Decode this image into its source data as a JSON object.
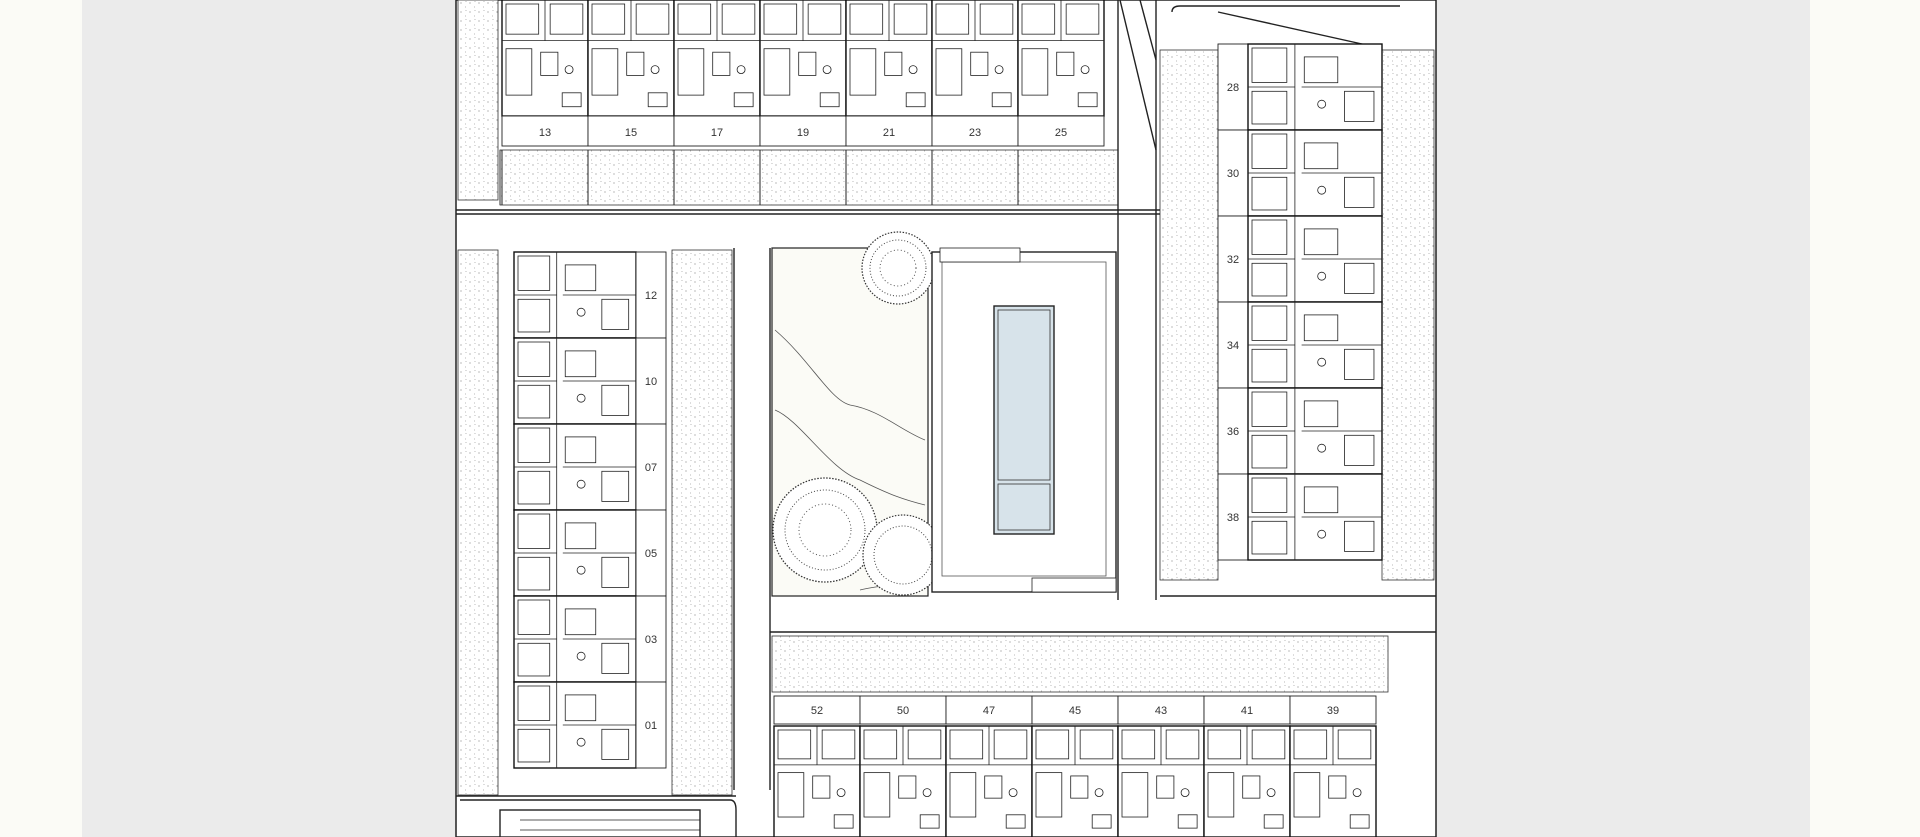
{
  "plan": {
    "units_top": [
      "13",
      "15",
      "17",
      "19",
      "21",
      "23",
      "25"
    ],
    "units_right": [
      "28",
      "30",
      "32",
      "34",
      "36",
      "38"
    ],
    "units_left": [
      "12",
      "10",
      "07",
      "05",
      "03",
      "01"
    ],
    "units_bottom": [
      "52",
      "50",
      "47",
      "45",
      "43",
      "41",
      "39"
    ]
  },
  "colors": {
    "page": "#ebebeb",
    "viewer": "#fbfbf6",
    "paper": "#ffffff",
    "line": "#222222",
    "pool_water": "#d7e3ea",
    "garden": "#fbfbf6"
  }
}
